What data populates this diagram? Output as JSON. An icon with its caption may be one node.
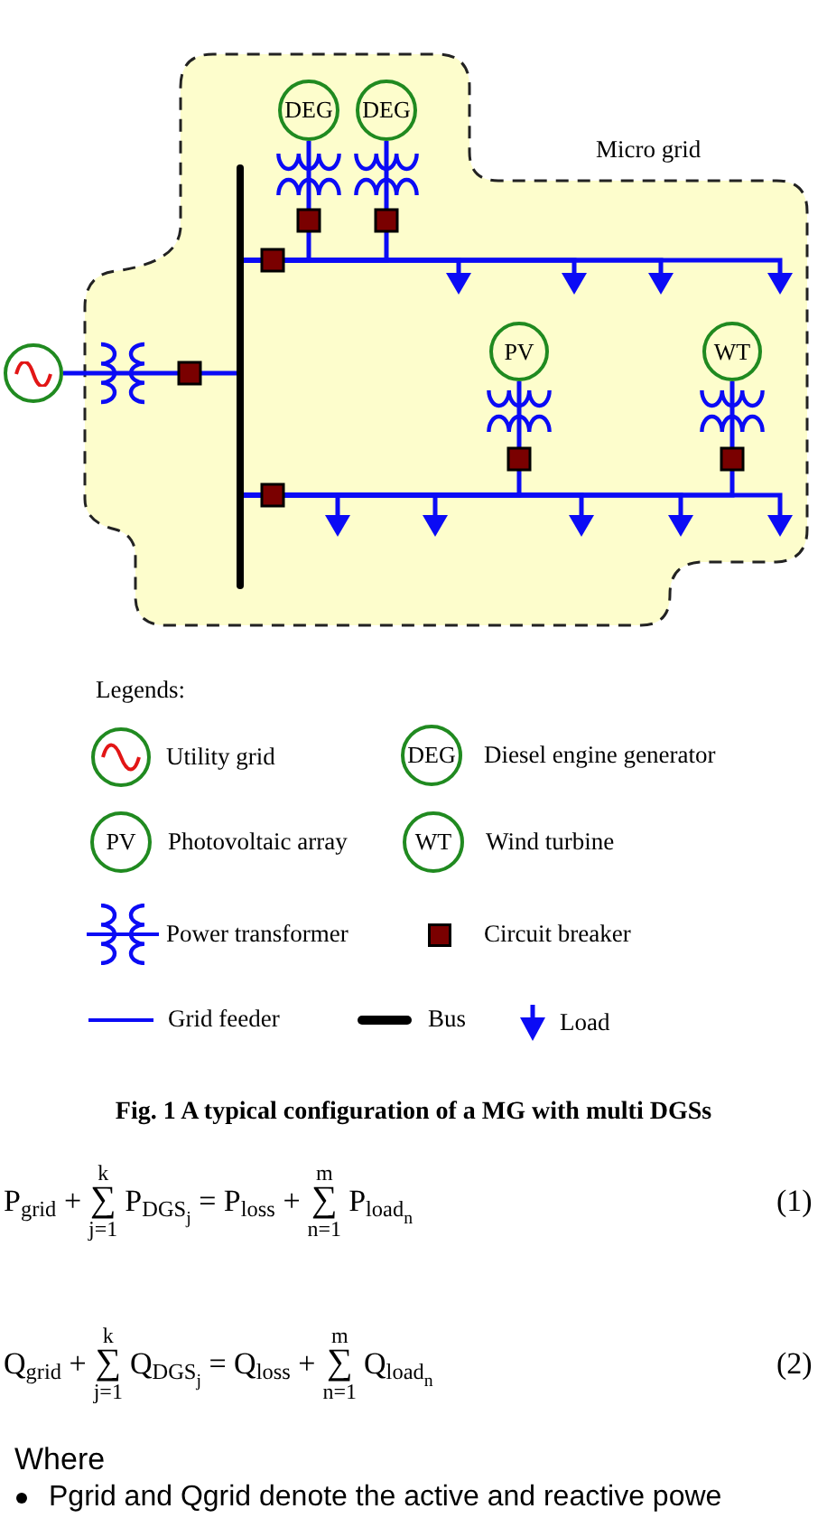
{
  "diagram": {
    "caption": "Fig. 1 A typical configuration of a MG with multi DGSs",
    "nodes": [
      {
        "text": [
          "Micro grid"
        ]
      },
      {
        "text": [],
        "shape": "circle"
      },
      {
        "text": [
          "DEG"
        ],
        "in": 0
      },
      {
        "text": [
          "DEG"
        ],
        "in": 0
      },
      {
        "text": [
          "PV"
        ],
        "in": 0
      },
      {
        "text": [
          "WT"
        ],
        "in": 0
      },
      {
        "text": [],
        "shape": "bar",
        "in": 0
      }
    ],
    "edges": [
      {
        "from": 1,
        "to": 6,
        "arrow": "none"
      },
      {
        "from": 2,
        "to": 6,
        "arrow": "none"
      },
      {
        "from": 3,
        "to": 6,
        "arrow": "none"
      },
      {
        "from": 4,
        "to": 6,
        "arrow": "none"
      },
      {
        "from": 5,
        "to": 6,
        "arrow": "none"
      },
      {
        "from": 6,
        "to": null,
        "arrow": "to"
      },
      {
        "from": 6,
        "to": null,
        "arrow": "to"
      },
      {
        "from": 6,
        "to": null,
        "arrow": "to"
      },
      {
        "from": 6,
        "to": null,
        "arrow": "to"
      },
      {
        "from": 6,
        "to": null,
        "arrow": "to"
      },
      {
        "from": 6,
        "to": null,
        "arrow": "to"
      },
      {
        "from": 6,
        "to": null,
        "arrow": "to"
      },
      {
        "from": 6,
        "to": null,
        "arrow": "to"
      },
      {
        "from": 6,
        "to": null,
        "arrow": "to"
      }
    ],
    "labels": [
      "Legends:",
      "DEG",
      "PV",
      "WT",
      "P$_{grid}$ +",
      "k",
      "∑",
      "j=1",
      "P$_{DGS}$$_{j}$ = P$_{loss}$ +",
      "m",
      "∑",
      "n=1",
      "P$_{load}$$_{n}$",
      "(1)",
      "Q$_{grid}$ +",
      "k",
      "∑",
      "j=1",
      "Q$_{DGS}$$_{j}$ = Q$_{loss}$ +",
      "m",
      "∑",
      "n=1",
      "Q$_{load}$$_{n}$",
      "(2)",
      "Where",
      "Pgrid and Qgrid denote the active and reactive powe"
    ],
    "legend": [
      {
        "text": "Utility grid"
      },
      {
        "text": "Diesel engine generator"
      },
      {
        "text": "Photovoltaic array"
      },
      {
        "text": "Wind turbine"
      },
      {
        "text": "Power transformer"
      },
      {
        "text": "Circuit breaker"
      },
      {
        "text": "Grid feeder"
      },
      {
        "text": "Bus"
      },
      {
        "text": "Load"
      }
    ]
  }
}
